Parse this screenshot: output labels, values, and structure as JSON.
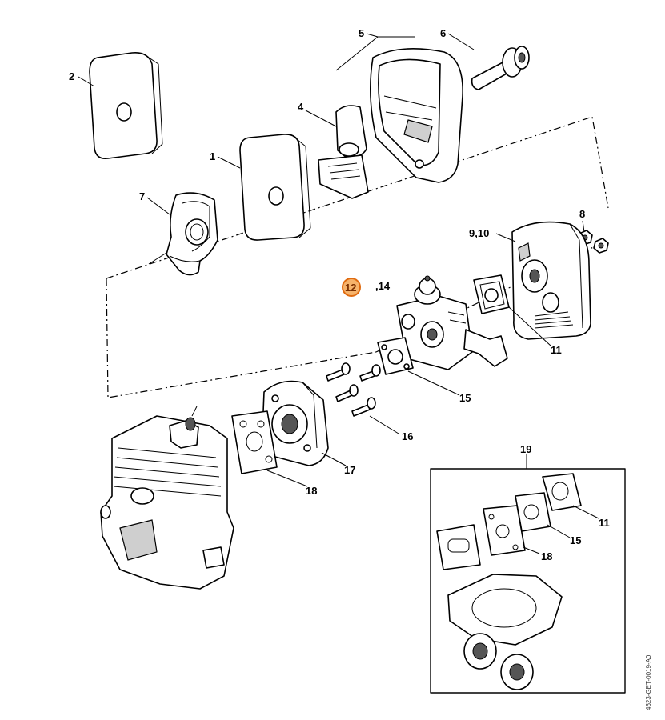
{
  "labels": {
    "p1": "1",
    "p2": "2",
    "p4": "4",
    "p5": "5",
    "p6": "6",
    "p7": "7",
    "p8": "8",
    "p9_10": "9,10",
    "p11a": "11",
    "p11b": "11",
    "p12": "12",
    "p14": ",14",
    "p15a": "15",
    "p15b": "15",
    "p16": "16",
    "p17": "17",
    "p18a": "18",
    "p18b": "18",
    "p19": "19"
  },
  "highlight_color": "#f6b36b",
  "drawing_code": "4623-GET-0019-A0"
}
